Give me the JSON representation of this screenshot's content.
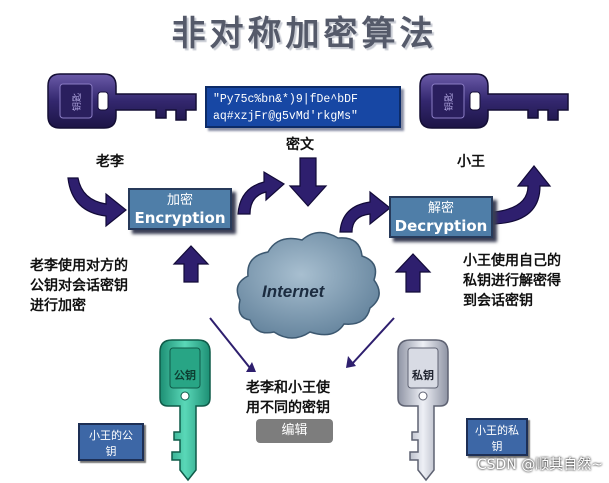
{
  "title": "非对称加密算法",
  "cipher_text": {
    "line1": "\"Py75c%bn&*)9|fDe^bDF",
    "line2": "aq#xzjFr@g5vMd'rkgMs\""
  },
  "labels": {
    "sender": "老李",
    "ciphertext": "密文",
    "receiver": "小王",
    "internet": "Internet",
    "public_key": "公钥",
    "private_key": "私钥"
  },
  "encrypt_box": {
    "cn": "加密",
    "en": "Encryption"
  },
  "decrypt_box": {
    "cn": "解密",
    "en": "Decryption"
  },
  "desc_left": [
    "老李使用对方的",
    "公钥对会话密钥",
    "进行加密"
  ],
  "desc_right": [
    "小王使用自己的",
    "私钥进行解密得",
    "到会话密钥"
  ],
  "desc_center": [
    "老李和小王使",
    "用不同的密钥"
  ],
  "small_box_left": [
    "小王的公",
    "钥"
  ],
  "small_box_right": [
    "小王的私",
    "钥"
  ],
  "key_text": "钥匙",
  "edit_button": "编辑",
  "watermark": "CSDN @顺其自然~",
  "colors": {
    "dark_key": "#3a2c78",
    "green_key": "#2fb596",
    "silver_key": "#c7cbd6",
    "arrow": "#2e1f6e",
    "box": "#4f7ea8",
    "cipher_box": "#1747a4",
    "cloud": "#7f9bb2"
  }
}
